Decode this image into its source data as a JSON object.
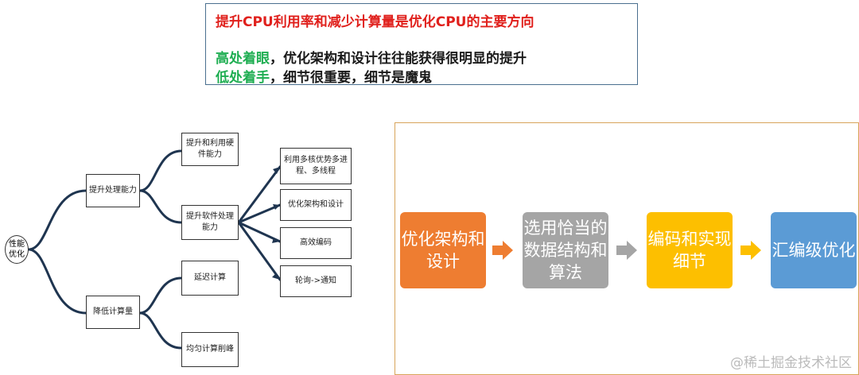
{
  "callout": {
    "title": "提升CPU利用率和减少计算量是优化CPU的主要方向",
    "line1_highlight": "高处着眼",
    "line1_rest": "，优化架构和设计往往能获得很明显的提升",
    "line2_highlight": "低处着手",
    "line2_rest": "，细节很重要，细节是魔鬼",
    "colors": {
      "title": "#e0201c",
      "highlight": "#1fae52"
    }
  },
  "mindmap": {
    "root": "性能优化",
    "branch1": "提升处理能力",
    "branch1_hw": "提升和利用硬件能力",
    "branch1_sw": "提升软件处理能力",
    "sw_children": [
      "利用多核优势多进程、多线程",
      "优化架构和设计",
      "高效编码",
      "轮询->通知"
    ],
    "branch2": "降低计算量",
    "branch2_children": [
      "延迟计算",
      "均匀计算削峰"
    ],
    "line_color": "#1f3550"
  },
  "flow": {
    "steps": [
      {
        "label": "优化架构和设计",
        "color": "#ee7d31"
      },
      {
        "label": "选用恰当的数据结构和算法",
        "color": "#a5a5a5"
      },
      {
        "label": "编码和实现细节",
        "color": "#fdbf00"
      },
      {
        "label": "汇编级优化",
        "color": "#5b9bd5"
      }
    ],
    "arrow_colors": [
      "#ee7d31",
      "#a5a5a5",
      "#fdbf00"
    ],
    "watermark": "@稀土掘金技术社区"
  }
}
